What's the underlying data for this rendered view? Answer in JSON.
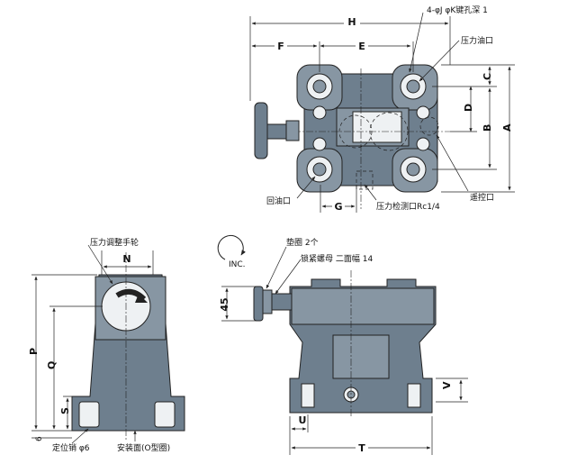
{
  "top_view": {
    "dims": {
      "H": "H",
      "F": "F",
      "E": "E",
      "C": "C",
      "D": "D",
      "B": "B",
      "A": "A",
      "G": "G"
    },
    "callouts": {
      "holes": "4-φJ   φK键孔深 1",
      "pressure_port": "压力油口",
      "return_port": "回油口",
      "gauge_port": "压力检测口Rc1/4",
      "remote_port": "遥控口"
    }
  },
  "side_view": {
    "dims": {
      "N": "N",
      "P": "P",
      "Q": "Q",
      "S": "S",
      "six": "6"
    },
    "callouts": {
      "handwheel": "压力调整手轮",
      "pin": "定位销 φ6",
      "face": "安装面(O型圈)"
    }
  },
  "front_view": {
    "dims": {
      "d45": "45",
      "T": "T",
      "U": "U",
      "V": "V"
    },
    "callouts": {
      "inc": "INC.",
      "washer": "垫圈 2个",
      "locknut": "锁紧螺母  二面幅  14"
    }
  },
  "colors": {
    "body": "#6e7f8e",
    "body_light": "#8796a3",
    "hole": "#eef1f3"
  }
}
